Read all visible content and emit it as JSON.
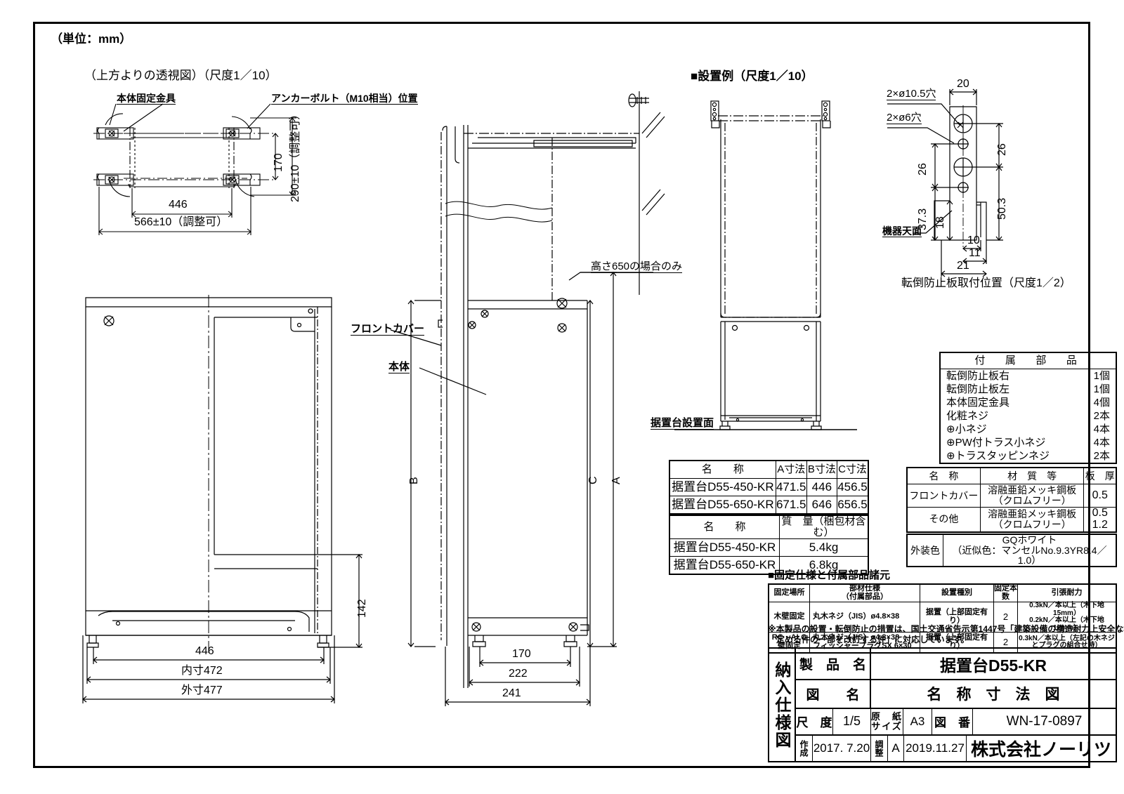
{
  "unit_note": "（単位：mm）",
  "views": {
    "top_view_title": "（上方よりの透視図）（尺度1／10）",
    "top_view": {
      "label_bracket": "本体固定金具",
      "label_anchor": "アンカーボルト（M10相当）位置",
      "dim_170": "170",
      "dim_290": "290±10（調整可）",
      "dim_446": "446",
      "dim_566": "566±10（調整可）"
    },
    "front_view": {
      "dim_446": "446",
      "dim_inner": "内寸472",
      "dim_outer": "外寸477",
      "dim_142": "142"
    },
    "side_view": {
      "label_front_cover": "フロントカバー",
      "label_body": "本体",
      "label_650_only": "高さ650の場合のみ",
      "dim_A": "A",
      "dim_B": "B",
      "dim_C": "C",
      "dim_170": "170",
      "dim_222": "222",
      "dim_241": "241"
    },
    "install_example": {
      "title": "■設置例（尺度1／10）",
      "label_floor": "据置台設置面"
    },
    "plate_detail": {
      "title": "転倒防止板取付位置（尺度1／2）",
      "label_holes_105": "2×ø10.5穴",
      "label_holes_6": "2×ø6穴",
      "label_top_surface": "機器天面",
      "dim_20": "20",
      "dim_26_right": "26",
      "dim_26_left": "26",
      "dim_37_3": "37.3",
      "dim_18": "18",
      "dim_50_3": "50.3",
      "dim_10": "10",
      "dim_11": "11",
      "dim_21": "21"
    }
  },
  "accessories_table": {
    "title": "付　属　部　品",
    "rows": [
      {
        "name": "転倒防止板右",
        "qty": "1個"
      },
      {
        "name": "転倒防止板左",
        "qty": "1個"
      },
      {
        "name": "本体固定金具",
        "qty": "4個"
      },
      {
        "name": "化粧ネジ",
        "qty": "2本"
      },
      {
        "name": "⊕小ネジ",
        "qty": "4本"
      },
      {
        "name": "⊕PW付トラス小ネジ",
        "qty": "4本"
      },
      {
        "name": "⊕トラスタッピンネジ",
        "qty": "2本"
      }
    ]
  },
  "dimension_table": {
    "headers": [
      "名　　称",
      "A寸法",
      "B寸法",
      "C寸法"
    ],
    "rows": [
      [
        "据置台D55-450-KR",
        "471.5",
        "446",
        "456.5"
      ],
      [
        "据置台D55-650-KR",
        "671.5",
        "646",
        "656.5"
      ]
    ]
  },
  "weight_table": {
    "headers": [
      "名　　称",
      "質　量（梱包材含む）"
    ],
    "rows": [
      [
        "据置台D55-450-KR",
        "5.4kg"
      ],
      [
        "据置台D55-650-KR",
        "6.8kg"
      ]
    ]
  },
  "material_table": {
    "headers": [
      "名　称",
      "材　質　等",
      "板　厚"
    ],
    "rows": [
      {
        "name": "フロントカバー",
        "material": "溶融亜鉛メッキ鋼板\n（クロムフリー）",
        "thickness": "0.5"
      },
      {
        "name": "その他",
        "material": "溶融亜鉛メッキ鋼板\n（クロムフリー）",
        "thickness": "0.5\n1.2"
      }
    ]
  },
  "color_table": {
    "label": "外装色",
    "value": "GQホワイト\n（近似色：マンセルNo.9.3YR8.4／1.0）"
  },
  "fixing_table": {
    "title": "■固定仕様と付属部品諸元",
    "headers": [
      "固定場所",
      "部材仕様\n（付属部品）",
      "設置種別",
      "固定本数",
      "引張耐力"
    ],
    "rows": [
      {
        "place": "木壁固定",
        "spec": "丸木ネジ（JIS）ø4.8×38",
        "type": "据置（上部固定有り）",
        "count": "2",
        "strength": "0.3kN／本以上（木下地15mm）\n0.2kN／本以上（木下地12mm）"
      },
      {
        "place": "RC・ALC\n壁固定",
        "spec": "丸木ネジ（JIS）ø4.8×38\nフィッシャープラグSX 6×30",
        "type": "据置（上部固定有り）",
        "count": "2",
        "strength": "0.3kN／本以上（左記の木ネジとプラグの組合せ時）"
      }
    ],
    "note": "※本製品の設置・転倒防止の措置は、国土交通省告示第1447号「建築設備の構造耐力上安全な構造方法を\n　定める件の一部を改訂する件」に対応しています。"
  },
  "title_block": {
    "side_label": "納入仕様図",
    "product_name_label": "製　品　名",
    "product_name": "据置台D55-KR",
    "drawing_name_label": "図　　名",
    "drawing_name": "名　称　寸　法　図",
    "scale_label": "尺　度",
    "scale": "1/5",
    "paper_label": "原　紙\nサイズ",
    "paper": "A3",
    "number_label": "図　番",
    "number": "WN-17-0897",
    "created_label": "作成",
    "created": "2017. 7.20",
    "revised_label": "調整",
    "revision": "A",
    "revised": "2019.11.27",
    "company": "株式会社ノーリツ"
  }
}
